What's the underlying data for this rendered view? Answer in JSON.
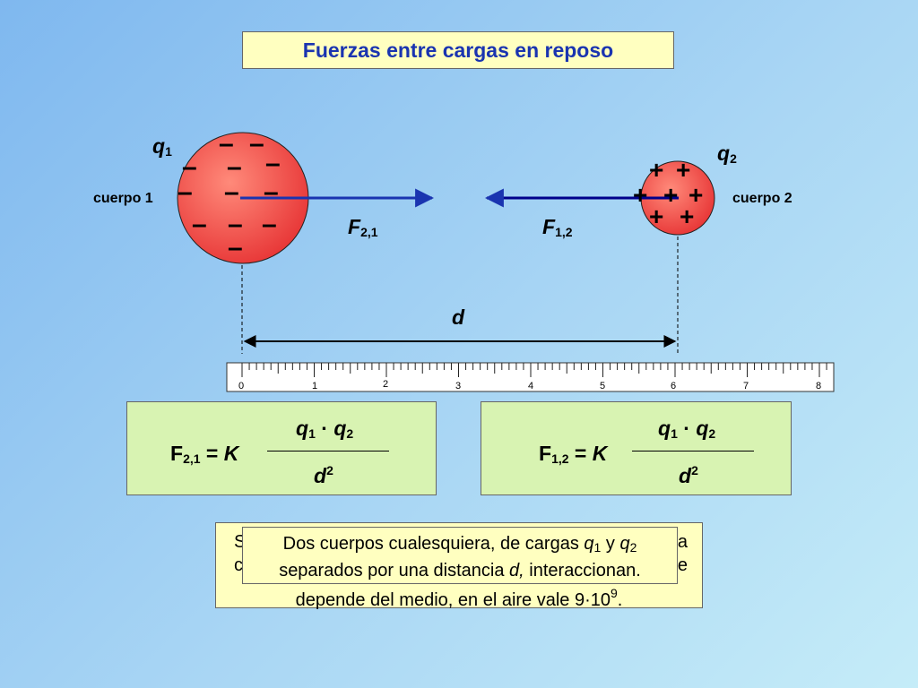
{
  "title": "Fuerzas entre cargas en reposo",
  "body1": {
    "label_q": "q",
    "label_q_sub": "1",
    "name": "cuerpo 1",
    "charge_sign": "–"
  },
  "body2": {
    "label_q": "q",
    "label_q_sub": "2",
    "name": "cuerpo 2",
    "charge_sign": "+"
  },
  "force_21": {
    "symbol": "F",
    "sub": "2,1"
  },
  "force_12": {
    "symbol": "F",
    "sub": "1,2"
  },
  "distance_label": "d",
  "ruler": {
    "numbers": [
      "0",
      "1",
      "2",
      "3",
      "4",
      "5",
      "6",
      "7",
      "8"
    ]
  },
  "formula_left": {
    "lhs": "F",
    "lhs_sub": "2,1",
    "equals": "=",
    "constant": "K",
    "num_q1": "q",
    "num_q1_sub": "1",
    "dot": "·",
    "num_q2": "q",
    "num_q2_sub": "2",
    "den": "d",
    "den_sup": "2"
  },
  "formula_right": {
    "lhs": "F",
    "lhs_sub": "1,2",
    "equals": "=",
    "constant": "K",
    "num_q1": "q",
    "num_q1_sub": "1",
    "dot": "·",
    "num_q2": "q",
    "num_q2_sub": "2",
    "den": "d",
    "den_sup": "2"
  },
  "note_back": {
    "line1_start": "S",
    "line1_end": "a",
    "line2_start": "c",
    "line2_end": "e",
    "line3": "depende del medio, en el aire vale 9·10",
    "line3_sup": "9",
    "line3_end": "."
  },
  "note_front": {
    "line1_a": "Dos cuerpos cualesquiera, de cargas",
    "q1": "q",
    "q1_sub": "1",
    "and": "y",
    "q2": "q",
    "q2_sub": "2",
    "line2_a": "separados por una distancia",
    "d": "d,",
    "line2_b": "interaccionan."
  },
  "colors": {
    "title_text": "#1a34b0",
    "sphere_fill": "#f05050",
    "arrow": "#1a34b0",
    "arrow_dark": "#00008b",
    "formula_bg": "#d8f3b2",
    "note_bg": "#ffffc0"
  }
}
